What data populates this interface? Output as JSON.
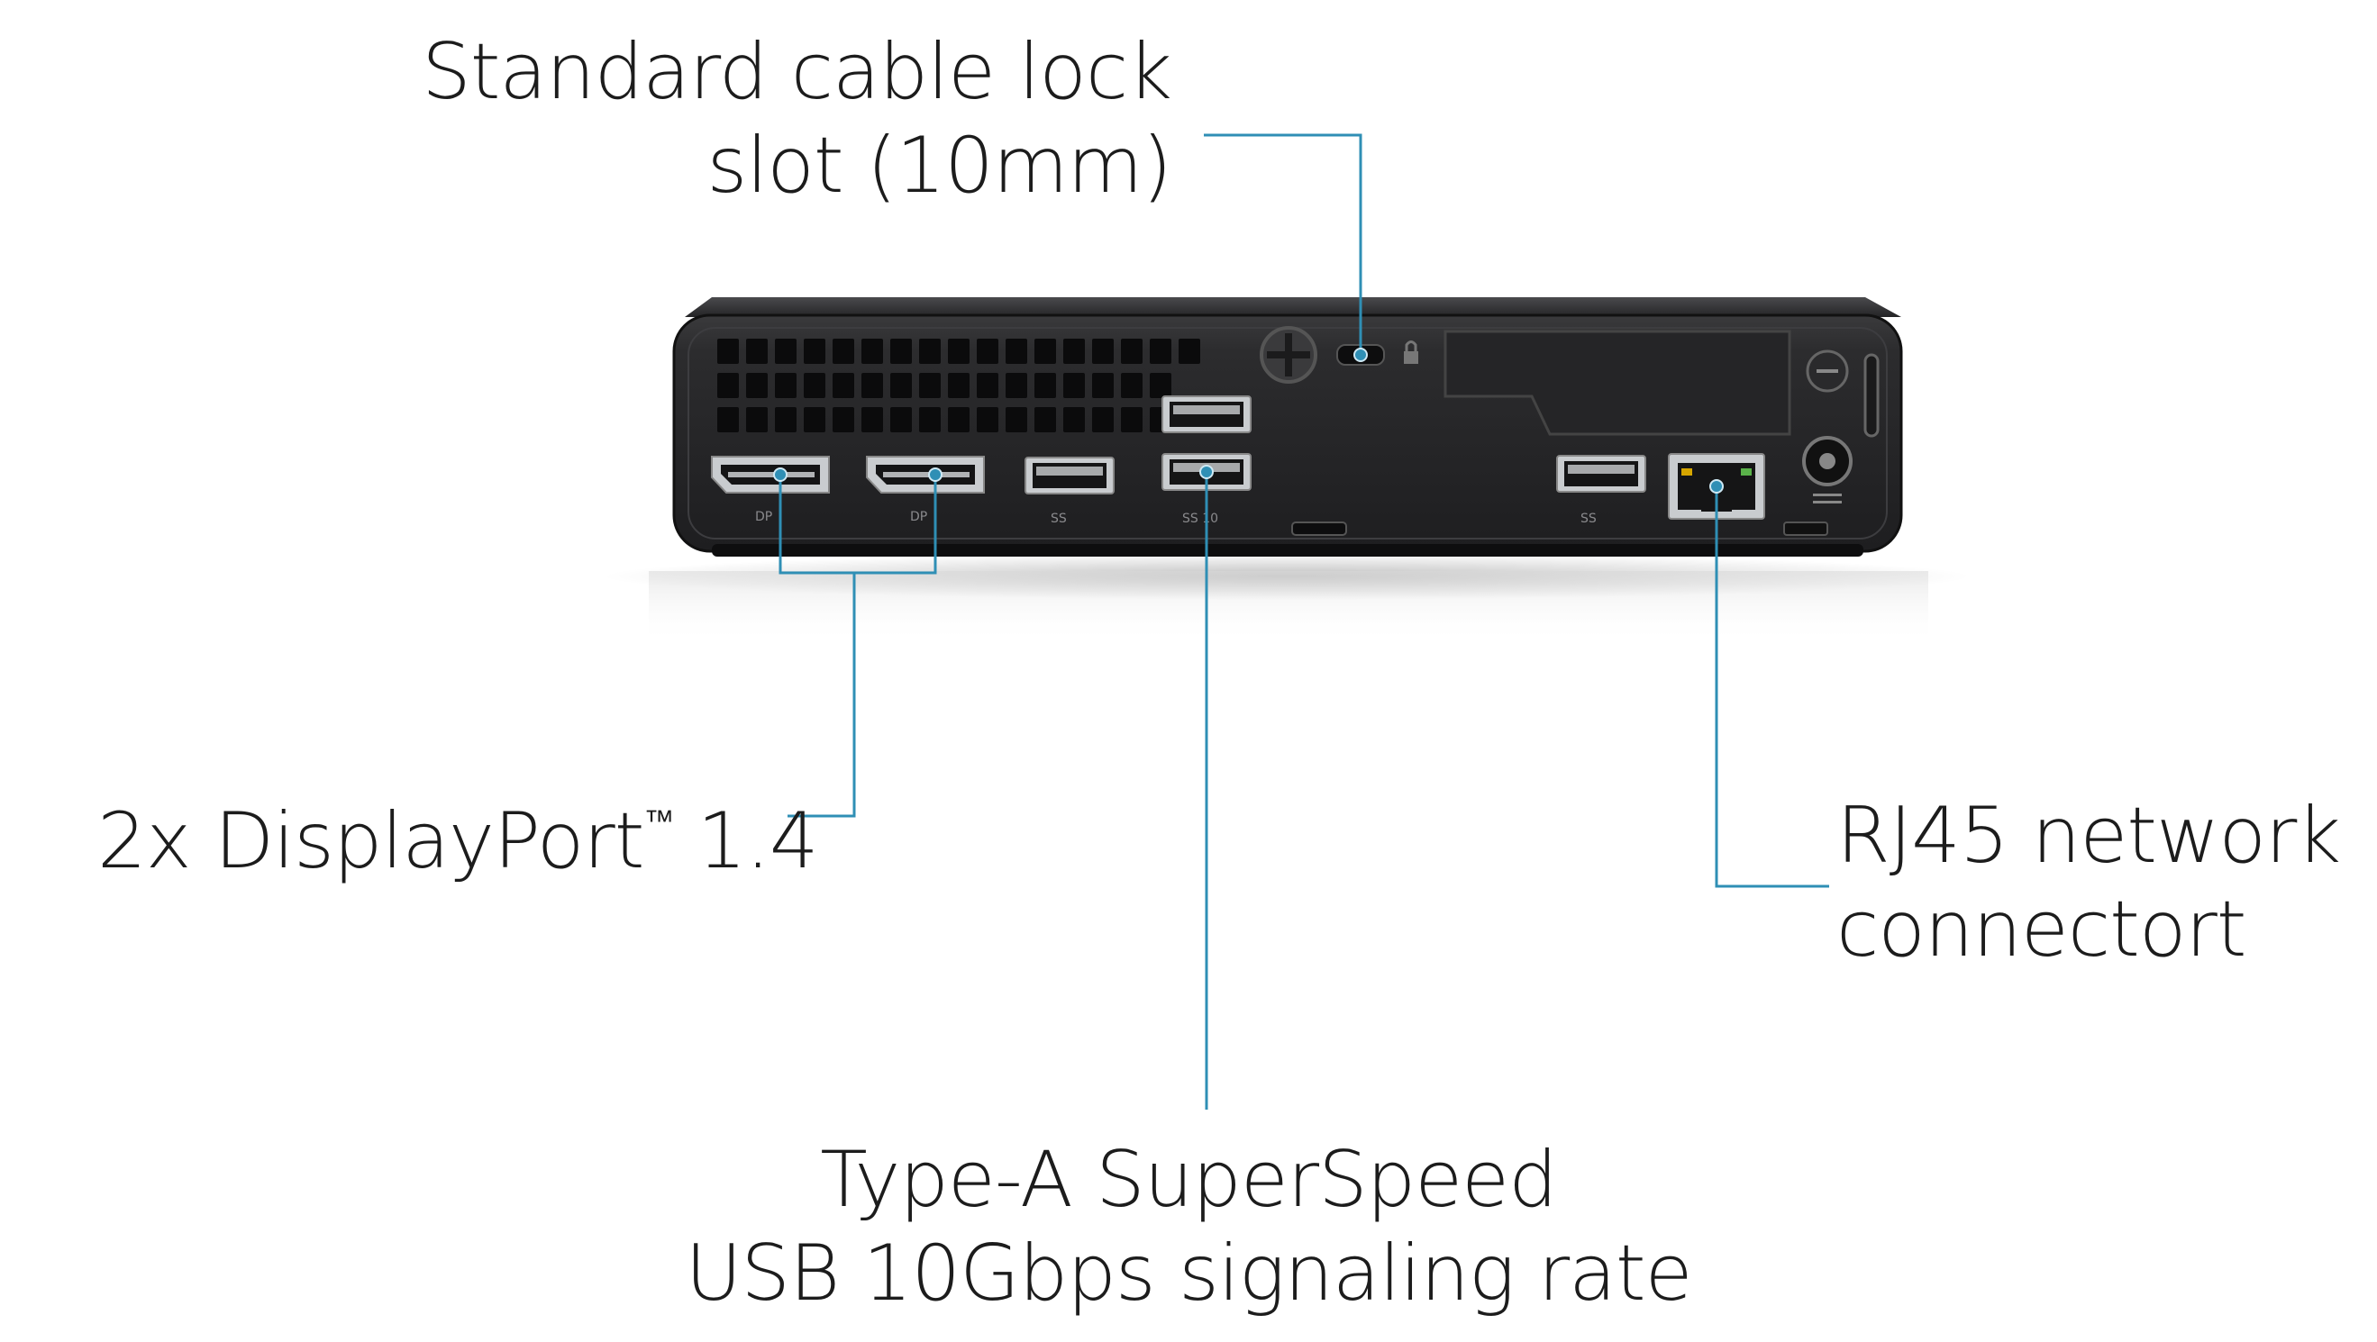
{
  "callouts": {
    "cable_lock": {
      "line1": "Standard cable lock",
      "line2": "slot (10mm)"
    },
    "displayport": {
      "text": "2x DisplayPort",
      "trademark": "™",
      "version": " 1.4"
    },
    "usb": {
      "line1": "Type-A SuperSpeed",
      "line2": "USB 10Gbps signaling rate"
    },
    "rj45": {
      "line1": "RJ45 network",
      "line2": "connectort"
    }
  },
  "colors": {
    "background": "#ffffff",
    "chassis": "#2b2b2d",
    "chassis_dark": "#1a1a1b",
    "port_silver": "#c9cccf",
    "callout_line": "#2f8fb5",
    "text": "#1c1c1c"
  },
  "device": {
    "name": "mini-pc-rear-panel",
    "port_marks": {
      "dp1": "DP",
      "dp2": "DP",
      "usb": "SS",
      "usb10": "SS 10",
      "usb_right": "SS"
    }
  }
}
